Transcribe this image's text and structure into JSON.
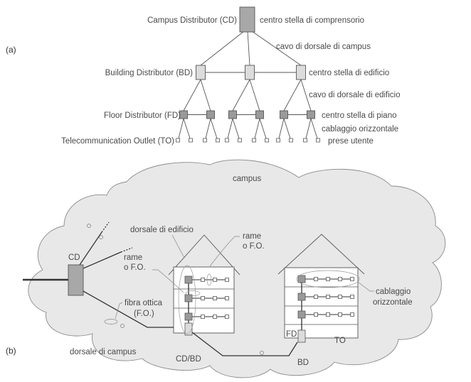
{
  "panel_a": {
    "panel_label": "(a)",
    "levels": {
      "cd": {
        "left_label": "Campus Distributor (CD)",
        "right_label": "centro stella di comprensorio"
      },
      "campus_cable": {
        "label": "cavo di dorsale di campus"
      },
      "bd": {
        "left_label": "Building Distributor (BD)",
        "right_label": "centro stella di edificio"
      },
      "building_cable": {
        "label": "cavo di dorsale di edificio"
      },
      "fd": {
        "left_label": "Floor Distributor (FD)",
        "right_label": "centro stella di piano"
      },
      "horizontal": {
        "label": "cablaggio orizzontale"
      },
      "to": {
        "left_label": "Telecommunication Outlet (TO)",
        "right_label": "prese utente"
      }
    },
    "counts": {
      "cd": 1,
      "bd": 3,
      "fd_per_bd": 2,
      "to_per_fd": 2
    }
  },
  "panel_b": {
    "panel_label": "(b)",
    "cloud_label": "campus",
    "labels": {
      "cd": "CD",
      "dorsale_edificio": "dorsale di edificio",
      "rame_fo_top": [
        "rame",
        "o F.O."
      ],
      "rame_fo_left": [
        "rame",
        "o F.O."
      ],
      "fibra_ottica": [
        "fibra ottica",
        "(F.O.)"
      ],
      "dorsale_campus": "dorsale di campus",
      "cd_bd": "CD/BD",
      "cablaggio": [
        "cablaggio",
        "orizzontale"
      ],
      "fd": "FD",
      "to": "TO",
      "bd": "BD"
    },
    "buildings": [
      {
        "name": "left",
        "floors": 3,
        "outlets_per_floor": 3
      },
      {
        "name": "right",
        "floors": 3,
        "outlets_per_floor": 4
      }
    ]
  },
  "colors": {
    "line": "#555555",
    "thick_line": "#333333",
    "cd_fill": "#a8a8a8",
    "bd_fill": "#dcdcdc",
    "fd_fill": "#9a9a9a",
    "cloud_fill": "#e8e8e8",
    "cloud_stroke": "#8a8a8a",
    "text": "#4a4a4a"
  }
}
